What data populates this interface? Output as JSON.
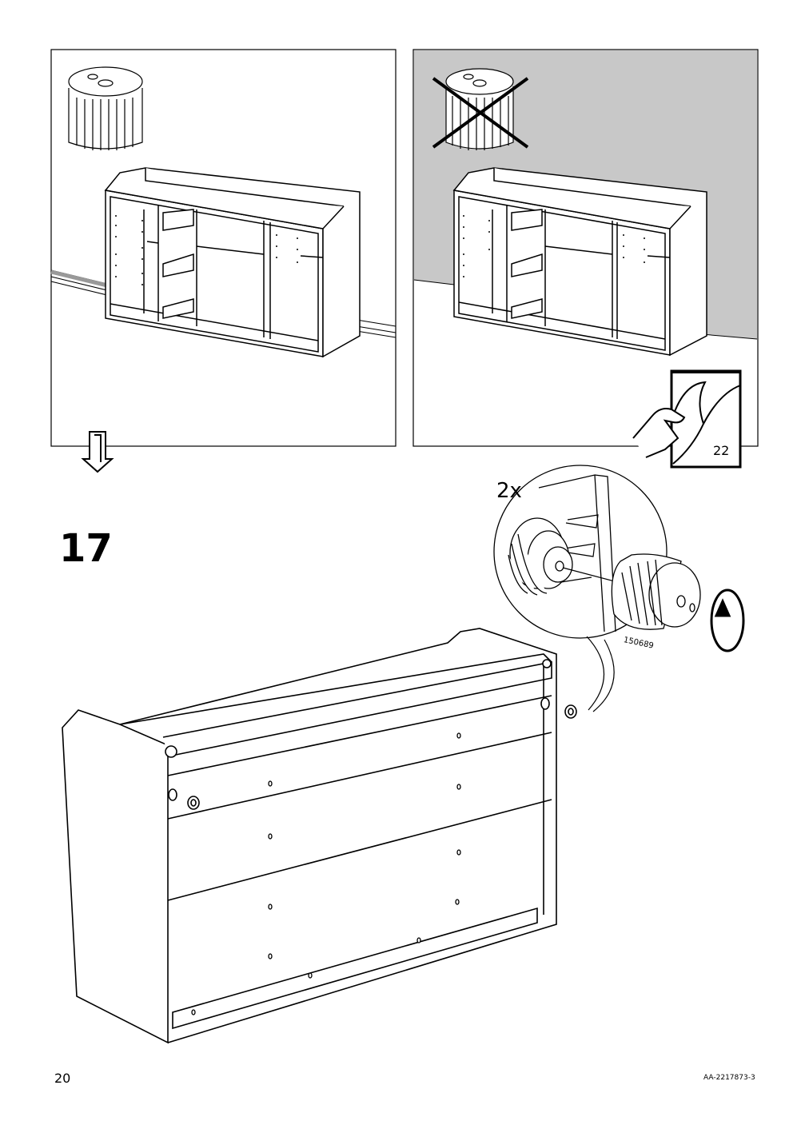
{
  "page": {
    "step_number": "17",
    "page_number": "20",
    "document_code": "AA-2217873-3"
  },
  "detail": {
    "quantity": "2x",
    "part_number": "150689"
  },
  "cross_reference": {
    "page": "22"
  },
  "colors": {
    "line": "#000000",
    "wall_shade": "#c8c8c8",
    "background": "#ffffff"
  },
  "icons": [
    "bumper-icon",
    "cross-out-icon",
    "down-arrow-icon",
    "turn-page-icon",
    "rotate-arrow-icon"
  ]
}
